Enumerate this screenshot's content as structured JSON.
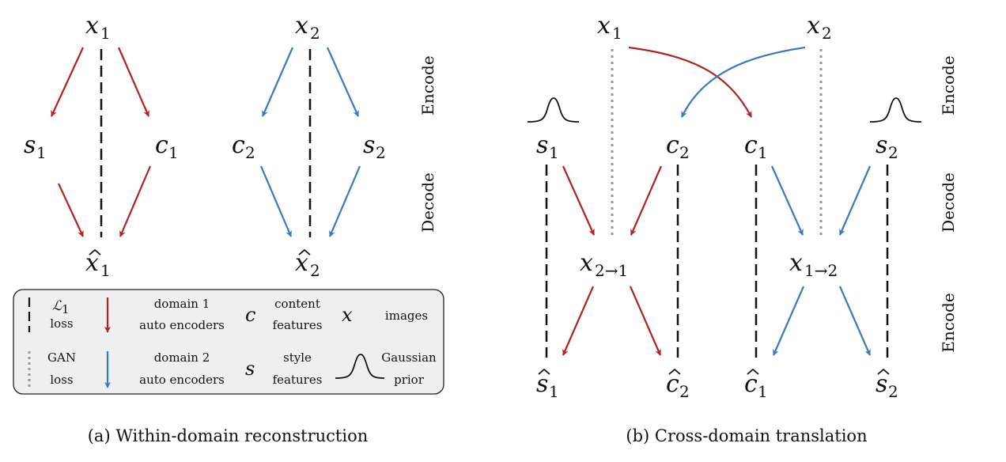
{
  "panel_a": {
    "nodes": {
      "x1": {
        "base": "x",
        "sub": "1",
        "hat": false
      },
      "x2": {
        "base": "x",
        "sub": "2",
        "hat": false
      },
      "s1": {
        "base": "s",
        "sub": "1",
        "hat": false
      },
      "c1": {
        "base": "c",
        "sub": "1",
        "hat": false
      },
      "c2": {
        "base": "c",
        "sub": "2",
        "hat": false
      },
      "s2": {
        "base": "s",
        "sub": "2",
        "hat": false
      },
      "xhat1": {
        "base": "x",
        "sub": "1",
        "hat": true
      },
      "xhat2": {
        "base": "x",
        "sub": "2",
        "hat": true
      }
    },
    "caption": "(a) Within-domain reconstruction"
  },
  "panel_b": {
    "nodes": {
      "x1": {
        "base": "x",
        "sub": "1",
        "hat": false
      },
      "x2": {
        "base": "x",
        "sub": "2",
        "hat": false
      },
      "s1": {
        "base": "s",
        "sub": "1",
        "hat": false
      },
      "c2": {
        "base": "c",
        "sub": "2",
        "hat": false
      },
      "c1": {
        "base": "c",
        "sub": "1",
        "hat": false
      },
      "s2": {
        "base": "s",
        "sub": "2",
        "hat": false
      },
      "x21": {
        "base": "x",
        "sub": "2→1",
        "hat": false
      },
      "x12": {
        "base": "x",
        "sub": "1→2",
        "hat": false
      },
      "shat1": {
        "base": "s",
        "sub": "1",
        "hat": true
      },
      "chat2": {
        "base": "c",
        "sub": "2",
        "hat": true
      },
      "chat1": {
        "base": "c",
        "sub": "1",
        "hat": true
      },
      "shat2": {
        "base": "s",
        "sub": "2",
        "hat": true
      }
    },
    "caption": "(b) Cross-domain translation"
  },
  "phase_labels": {
    "a_encode": "Encode",
    "a_decode": "Decode",
    "b_encode": "Encode",
    "b_decode": "Decode",
    "b_encode2": "Encode"
  },
  "legend": {
    "l1_symbol": "ℒ",
    "l1_sub": "1",
    "l1_label": "loss",
    "gan_line1": "GAN",
    "gan_line2": "loss",
    "d1_line1": "domain 1",
    "d1_line2": "auto encoders",
    "d2_line1": "domain 2",
    "d2_line2": "auto encoders",
    "c_symbol": "c",
    "c_line1": "content",
    "c_line2": "features",
    "s_symbol": "s",
    "s_line1": "style",
    "s_line2": "features",
    "x_symbol": "x",
    "x_label": "images",
    "gauss_line1": "Gaussian",
    "gauss_line2": "prior"
  },
  "colors": {
    "domain1": "#b22222",
    "domain2": "#3a78bf",
    "gan_dots": "#999999",
    "l1_dash": "#111111",
    "legend_bg": "#efefef"
  },
  "icons": {
    "gaussian_prior": "gaussian-curve-icon",
    "domain1_arrow": "red-arrow-icon",
    "domain2_arrow": "blue-arrow-icon",
    "l1_loss": "dashed-line-icon",
    "gan_loss": "dotted-line-icon"
  }
}
